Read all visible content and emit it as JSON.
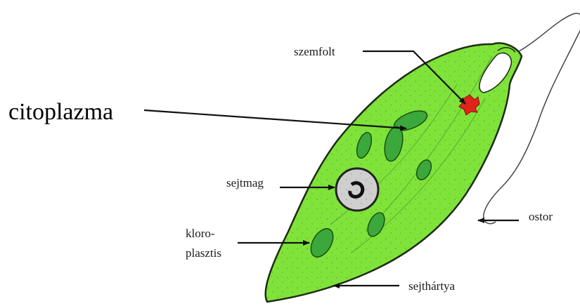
{
  "labels": {
    "citoplazma": "citoplazma",
    "szemfolt": "szemfolt",
    "sejtmag": "sejtmag",
    "kloroplasztis_line1": "kloro-",
    "kloroplasztis_line2": "plasztis",
    "ostor": "ostor",
    "sejthartya": "sejthártya"
  },
  "colors": {
    "cell_body": "#7fe33a",
    "cell_outline": "#1f2a14",
    "chloroplast": "#3aa83a",
    "eyespot": "#e0241c",
    "nucleus": "#cfcfcf",
    "background": "#ffffff"
  }
}
